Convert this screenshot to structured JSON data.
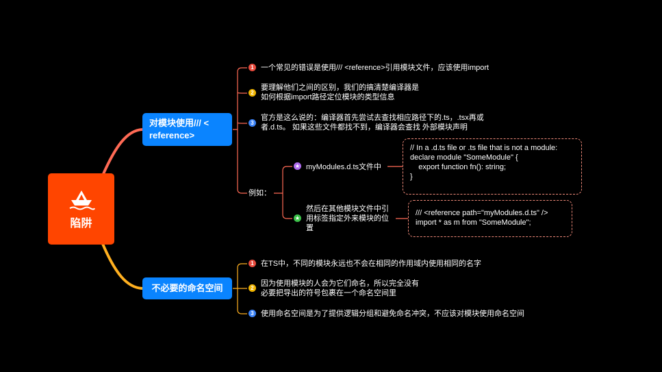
{
  "root": {
    "label": "陷阱",
    "icon": "paper-boat-icon"
  },
  "branches": [
    {
      "label_line1": "对模块使用/// <",
      "label_line2": "reference>",
      "items": [
        {
          "badge": "1",
          "lines": [
            "一个常见的错误是使用/// <reference>引用模块文件，应该使用import"
          ]
        },
        {
          "badge": "2",
          "lines": [
            "要理解他们之间的区别，我们的搞清楚编译器是",
            "如何根据import路径定位模块的类型信息"
          ]
        },
        {
          "badge": "3",
          "lines": [
            "官方是这么说的：编译器首先尝试去查找相应路径下的.ts，.tsx再或",
            "者.d.ts。 如果这些文件都找不到，编译器会查找 外部模块声明"
          ]
        }
      ],
      "example": {
        "label": "例如：",
        "subitems": [
          {
            "badge": "★",
            "lines": [
              "myModules.d.ts文件中"
            ],
            "code": "// In a .d.ts file or .ts file that is not a module:\ndeclare module \"SomeModule\" {\n    export function fn(): string;\n}"
          },
          {
            "badge": "★",
            "lines": [
              "然后在其他模块文件中引",
              "用标签指定外来模块的位",
              "置"
            ],
            "code": "/// <reference path=\"myModules.d.ts\" />\nimport * as m from \"SomeModule\";"
          }
        ]
      }
    },
    {
      "label_line1": "不必要的命名空间",
      "label_line2": "",
      "items": [
        {
          "badge": "1",
          "lines": [
            "在TS中，不同的模块永远也不会在相同的作用域内使用相同的名字"
          ]
        },
        {
          "badge": "2",
          "lines": [
            "因为使用模块的人会为它们命名，所以完全没有",
            "必要把导出的符号包裹在一个命名空间里"
          ]
        },
        {
          "badge": "3",
          "lines": [
            "使用命名空间是为了提供逻辑分组和避免命名冲突，不应该对模块使用命名空间"
          ]
        }
      ]
    }
  ],
  "colors": {
    "root": "#ff4500",
    "branch": "#0a84ff",
    "edge_top": "#ff6a55",
    "edge_bottom": "#ffb020",
    "badge_1": "#e84a3c",
    "badge_2": "#f0b400",
    "badge_3": "#3b82f6",
    "star_1": "#b06cf0",
    "star_2": "#3cc24a",
    "code_border": "#f08a7a"
  }
}
